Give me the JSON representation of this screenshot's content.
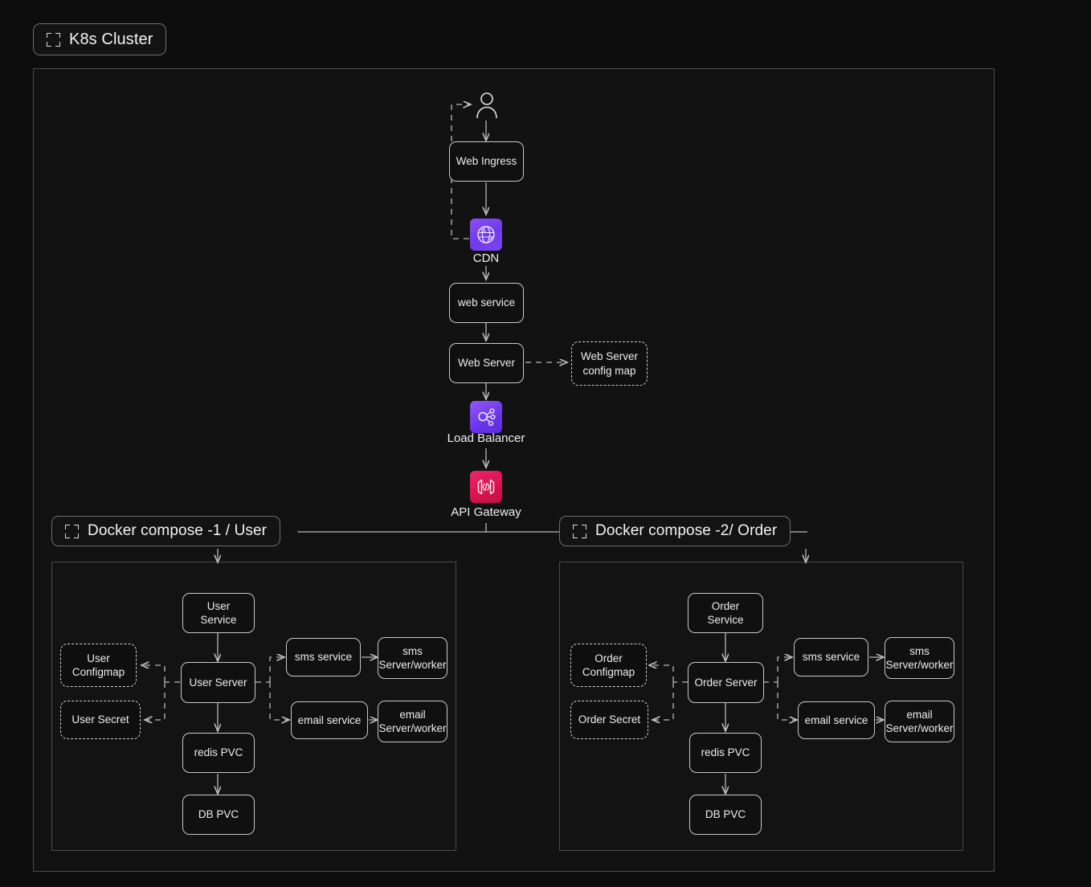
{
  "diagram": {
    "title": "K8s Cluster architecture diagram",
    "background": "#0d0d0d",
    "line_color": "#b9b9b9",
    "node_border": "#c9c9c9"
  },
  "cluster": {
    "label": "K8s Cluster",
    "icon": "bracket-frame-icon"
  },
  "actor": {
    "name": "user-person-icon"
  },
  "top_flow": {
    "web_ingress": "Web Ingress",
    "cdn": {
      "label": "CDN",
      "icon": "globe-network-icon",
      "color": "#7a46ef"
    },
    "web_service": "web service",
    "web_server": "Web Server",
    "web_server_config_map": "Web Server\nconfig map",
    "web_server_config_map_line1": "Web Server",
    "web_server_config_map_line2": "config map",
    "load_balancer": {
      "label": "Load Balancer",
      "icon": "share-nodes-icon",
      "color": "#6a35e8"
    },
    "api_gateway": {
      "label": "API Gateway",
      "icon": "gateway-brackets-icon",
      "color": "#d6134f"
    }
  },
  "groups": [
    {
      "id": "user",
      "label": "Docker compose -1 / User",
      "icon": "bracket-frame-icon",
      "nodes": {
        "service": "User Service",
        "server": "User Server",
        "configmap": "User\nConfigmap",
        "configmap_line1": "User",
        "configmap_line2": "Configmap",
        "secret": "User Secret",
        "sms_service": "sms service",
        "sms_worker_line1": "sms",
        "sms_worker_line2": "Server/worker",
        "email_service": "email service",
        "email_worker_line1": "email",
        "email_worker_line2": "Server/worker",
        "redis_pvc": "redis PVC",
        "db_pvc": "DB PVC"
      }
    },
    {
      "id": "order",
      "label": "Docker compose -2/ Order",
      "icon": "bracket-frame-icon",
      "nodes": {
        "service": "Order Service",
        "server": "Order Server",
        "configmap": "Order\nConfigmap",
        "configmap_line1": "Order",
        "configmap_line2": "Configmap",
        "secret": "Order Secret",
        "sms_service": "sms service",
        "sms_worker_line1": "sms",
        "sms_worker_line2": "Server/worker",
        "email_service": "email service",
        "email_worker_line1": "email",
        "email_worker_line2": "Server/worker",
        "redis_pvc": "redis PVC",
        "db_pvc": "DB PVC"
      }
    }
  ]
}
